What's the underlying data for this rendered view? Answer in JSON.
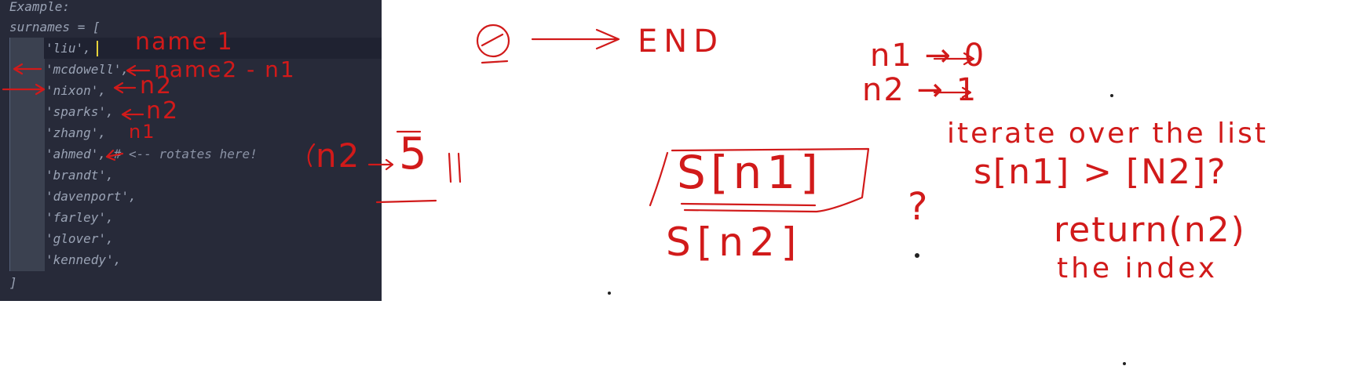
{
  "editor": {
    "lines": [
      "Example:",
      "surnames = [",
      "'liu',",
      "'mcdowell',",
      "'nixon',",
      "'sparks',",
      "'zhang',",
      "'ahmed',",
      "'brandt',",
      "'davenport',",
      "'farley',",
      "'glover',",
      "'kennedy',",
      "]"
    ],
    "comment": "# <-- rotates here!"
  },
  "annotations": {
    "name1": "name 1",
    "name2": "name2 - n1",
    "n2_a": "n2",
    "n2_b": "n2",
    "n1": "n1",
    "n2_c": "n2",
    "five": "5",
    "end": "END",
    "n1_to_0": "n1 → 0",
    "n2_to_1": "n2 → 1",
    "iterate": "iterate over the list",
    "compare": "s[n1] > [N2]?",
    "boxed": "S[n1]",
    "below": "S[n2]",
    "question": "?",
    "return": "return(n2)",
    "the_index": "the index"
  },
  "colors": {
    "editor_bg": "#272a39",
    "ink": "#d11a1a",
    "caret": "#e6d23a"
  }
}
